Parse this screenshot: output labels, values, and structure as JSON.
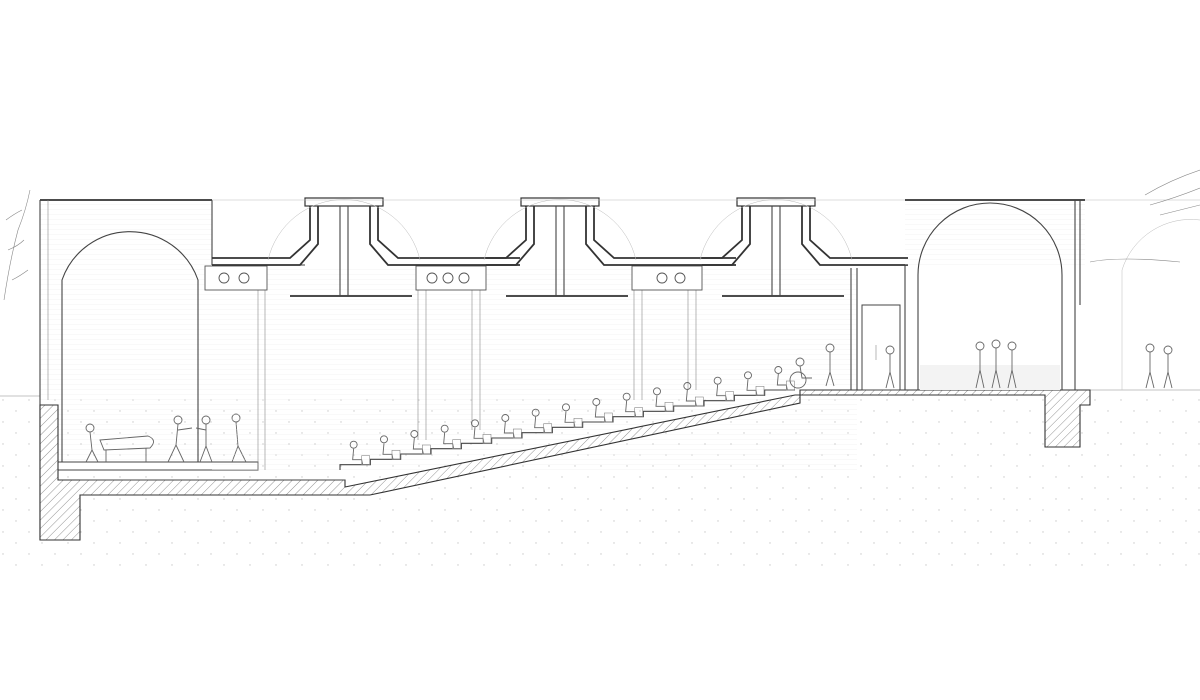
{
  "drawing": {
    "type": "architectural-section",
    "colors": {
      "background": "#ffffff",
      "line": "#444444",
      "thin_line": "#888888",
      "hatch": "#777777",
      "ground_dots": "#c8c8c8"
    },
    "elements": {
      "stage_hall": "stage-hall",
      "raked_seating": "raked-seating",
      "skylight_bays": 3,
      "entrance_lobby": "entrance-lobby",
      "side_building": "side-building",
      "ground": "ground-section"
    },
    "seating_rows": 15
  }
}
